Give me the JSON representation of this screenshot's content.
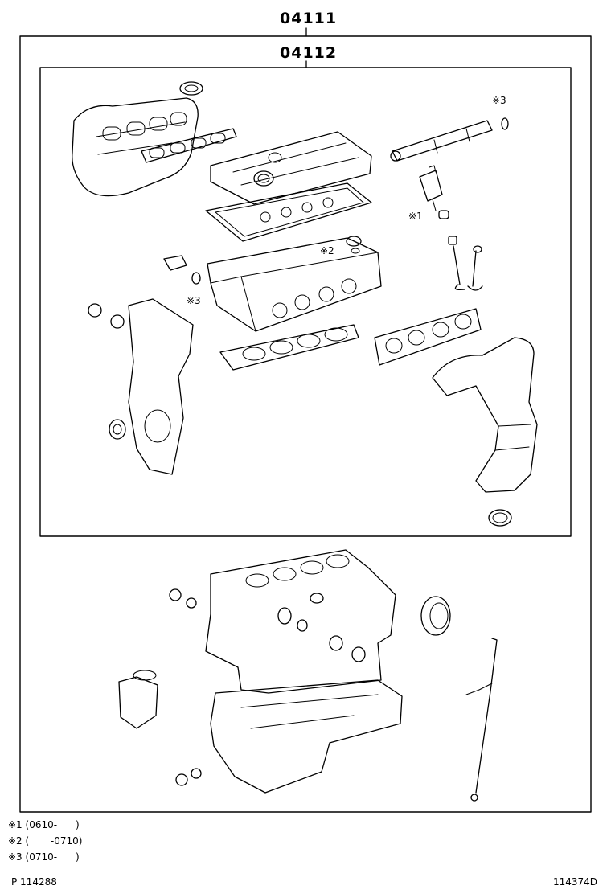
{
  "diagram": {
    "outer_kit_label": "04111",
    "inner_kit_label": "04112",
    "callouts": [
      {
        "id": "callout-1",
        "text": "※1"
      },
      {
        "id": "callout-2",
        "text": "※2"
      },
      {
        "id": "callout-3-upper",
        "text": "※3"
      },
      {
        "id": "callout-3-lower",
        "text": "※3"
      }
    ]
  },
  "legend": [
    {
      "mark": "※1",
      "range": "(0610-      )"
    },
    {
      "mark": "※2",
      "range": "(       -0710)"
    },
    {
      "mark": "※3",
      "range": "(0710-      )"
    }
  ],
  "footer": {
    "left_code": "P 114288",
    "right_code": "114374D"
  }
}
